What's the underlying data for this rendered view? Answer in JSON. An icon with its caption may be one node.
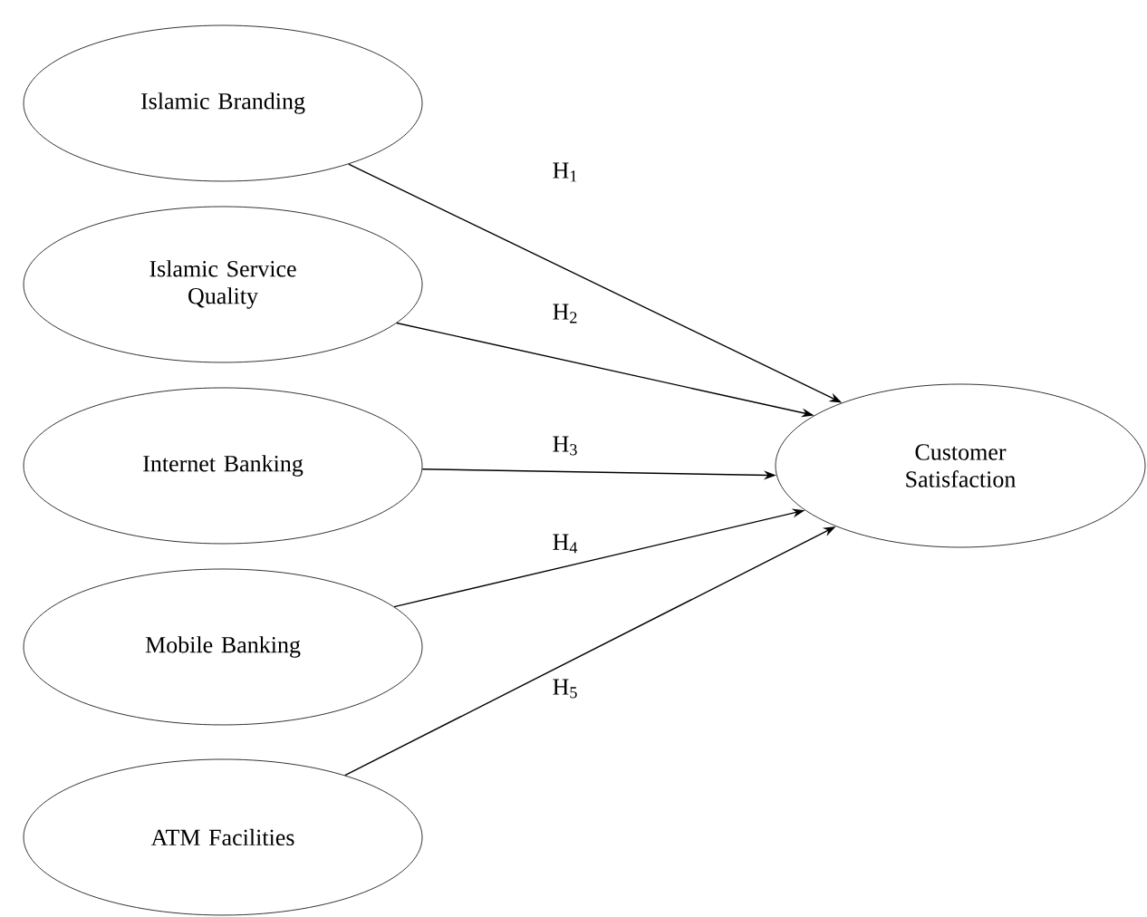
{
  "diagram": {
    "nodes": [
      {
        "text": [
          "Islamic Branding"
        ]
      },
      {
        "text": [
          "Islamic Service Quality"
        ]
      },
      {
        "text": [
          "Internet Banking"
        ]
      },
      {
        "text": [
          "Mobile Banking"
        ]
      },
      {
        "text": [
          "ATM Facilities"
        ]
      },
      {
        "text": [
          "Customer Satisfaction"
        ]
      }
    ],
    "edges": [
      {
        "from": 0,
        "to": 5,
        "arrow": "to",
        "label": "H$_{1}$"
      },
      {
        "from": 1,
        "to": 5,
        "arrow": "to",
        "label": "H$_{2}$"
      },
      {
        "from": 2,
        "to": 5,
        "arrow": "to",
        "label": "H$_{3}$"
      },
      {
        "from": 3,
        "to": 5,
        "arrow": "to",
        "label": "H$_{4}$"
      },
      {
        "from": 4,
        "to": 5,
        "arrow": "to",
        "label": "H$_{5}$"
      }
    ]
  }
}
